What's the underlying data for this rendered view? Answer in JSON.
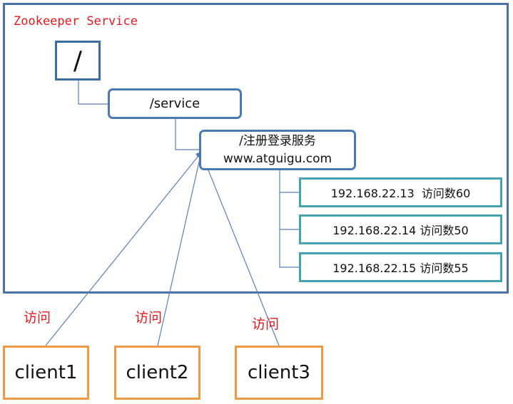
{
  "service_title": "Zookeeper Service",
  "tree": {
    "root": "/",
    "service": "/service",
    "registration": {
      "name": "/注册登录服务",
      "domain": "www.atguigu.com"
    },
    "servers": [
      {
        "text": "192.168.22.13  访问数60"
      },
      {
        "text": "192.168.22.14 访问数50"
      },
      {
        "text": "192.168.22.15 访问数55"
      }
    ]
  },
  "clients": [
    {
      "name": "client1",
      "edge_label": "访问"
    },
    {
      "name": "client2",
      "edge_label": "访问"
    },
    {
      "name": "client3",
      "edge_label": "访问"
    }
  ],
  "colors": {
    "service_border": "#4a72a8",
    "node_border": "#4a78b2",
    "server_border": "#44a3b0",
    "client_border": "#ef9a43",
    "label_red": "#e8181c",
    "connector": "#5b7fb5"
  }
}
